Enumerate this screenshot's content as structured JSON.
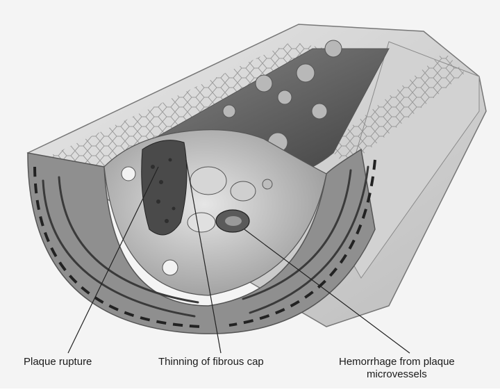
{
  "labels": {
    "plaque_rupture": "Plaque rupture",
    "thinning_cap": "Thinning of fibrous cap",
    "hemorrhage_line1": "Hemorrhage from plaque",
    "hemorrhage_line2": "microvessels"
  },
  "colors": {
    "background": "#f4f4f4",
    "vessel_wall": "#9a9a9a",
    "muscle_band": "#555555",
    "inner_lumen": "#6a6a6a",
    "plaque_core": "#c9c9c9",
    "outer_surface": "#dcdcdc"
  }
}
